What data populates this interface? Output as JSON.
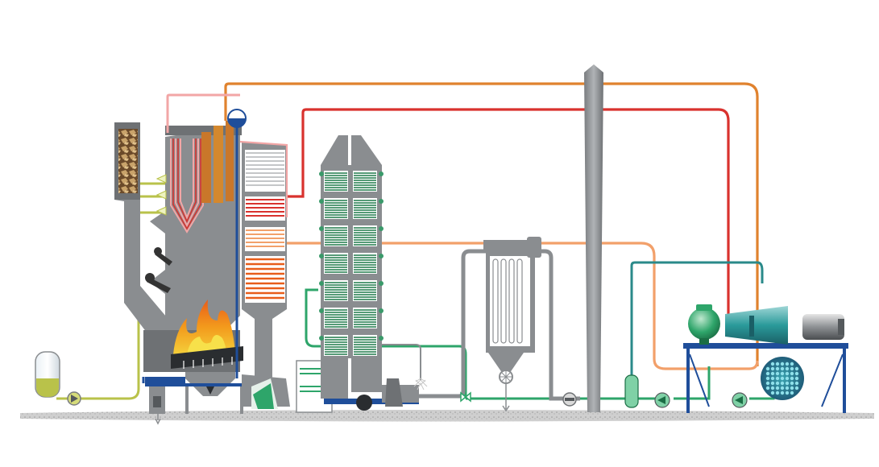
{
  "diagram": {
    "type": "biomass power plant process schematic",
    "labels": [],
    "colors": {
      "equipment_gray": "#8a8d90",
      "equipment_dark": "#55595c",
      "main_steam_orange": "#e0822e",
      "reheat_red": "#d9322e",
      "feedwater_light_orange": "#f2a06a",
      "cooling_teal": "#2a8a8a",
      "condensate_green": "#2ea56a",
      "fuel_feed_lime": "#b9c24a",
      "drum_blue": "#1f4e9a",
      "superheater_pink": "#f2a6a6",
      "flame": "#f39a1c",
      "economizer_green": "#1f7a4a",
      "ground": "#c8c8c8"
    },
    "components": [
      {
        "name": "fuel-silo",
        "icon": "wood-chip-silo-icon"
      },
      {
        "name": "fuel-feed-pump",
        "icon": "pump-icon"
      },
      {
        "name": "chemical-dosing-tank",
        "icon": "tank-icon"
      },
      {
        "name": "boiler-furnace",
        "icon": "furnace-icon"
      },
      {
        "name": "steam-drum",
        "icon": "steam-drum-icon"
      },
      {
        "name": "grate-fire",
        "icon": "flame-icon"
      },
      {
        "name": "superheater",
        "icon": "heat-exchanger-icon"
      },
      {
        "name": "economizer-air-preheater",
        "icon": "heat-exchanger-icon"
      },
      {
        "name": "flue-gas-fan",
        "icon": "fan-icon"
      },
      {
        "name": "bag-filter",
        "icon": "filter-icon"
      },
      {
        "name": "stack",
        "icon": "chimney-icon"
      },
      {
        "name": "steam-turbine",
        "icon": "turbine-icon"
      },
      {
        "name": "generator",
        "icon": "generator-icon"
      },
      {
        "name": "condenser",
        "icon": "condenser-icon"
      },
      {
        "name": "deaerator",
        "icon": "deaerator-icon"
      },
      {
        "name": "condensate-pumps",
        "icon": "pump-icon"
      }
    ]
  }
}
